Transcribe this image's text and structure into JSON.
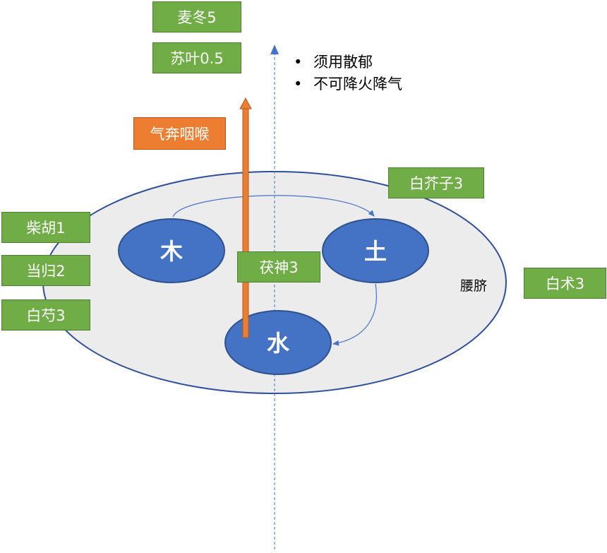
{
  "notes": [
    "须用散郁",
    "不可降火降气"
  ],
  "herbs": {
    "mai_dong": "麦冬5",
    "su_ye": "苏叶0.5",
    "chai_hu": "柴胡1",
    "dang_gui": "当归2",
    "bai_shao": "白芍3",
    "fu_shen": "茯神3",
    "bai_jie_zi": "白芥子3",
    "bai_zhu": "白术3"
  },
  "qi_label": "气奔咽喉",
  "region_label": "腰脐",
  "elements": {
    "wood": "木",
    "earth": "土",
    "water": "水"
  },
  "colors": {
    "green": "#70ad47",
    "orange": "#ed7d31",
    "node_blue": "#4472c4",
    "ellipse_fill": "#ececec",
    "ellipse_stroke": "#2f4f9a"
  }
}
